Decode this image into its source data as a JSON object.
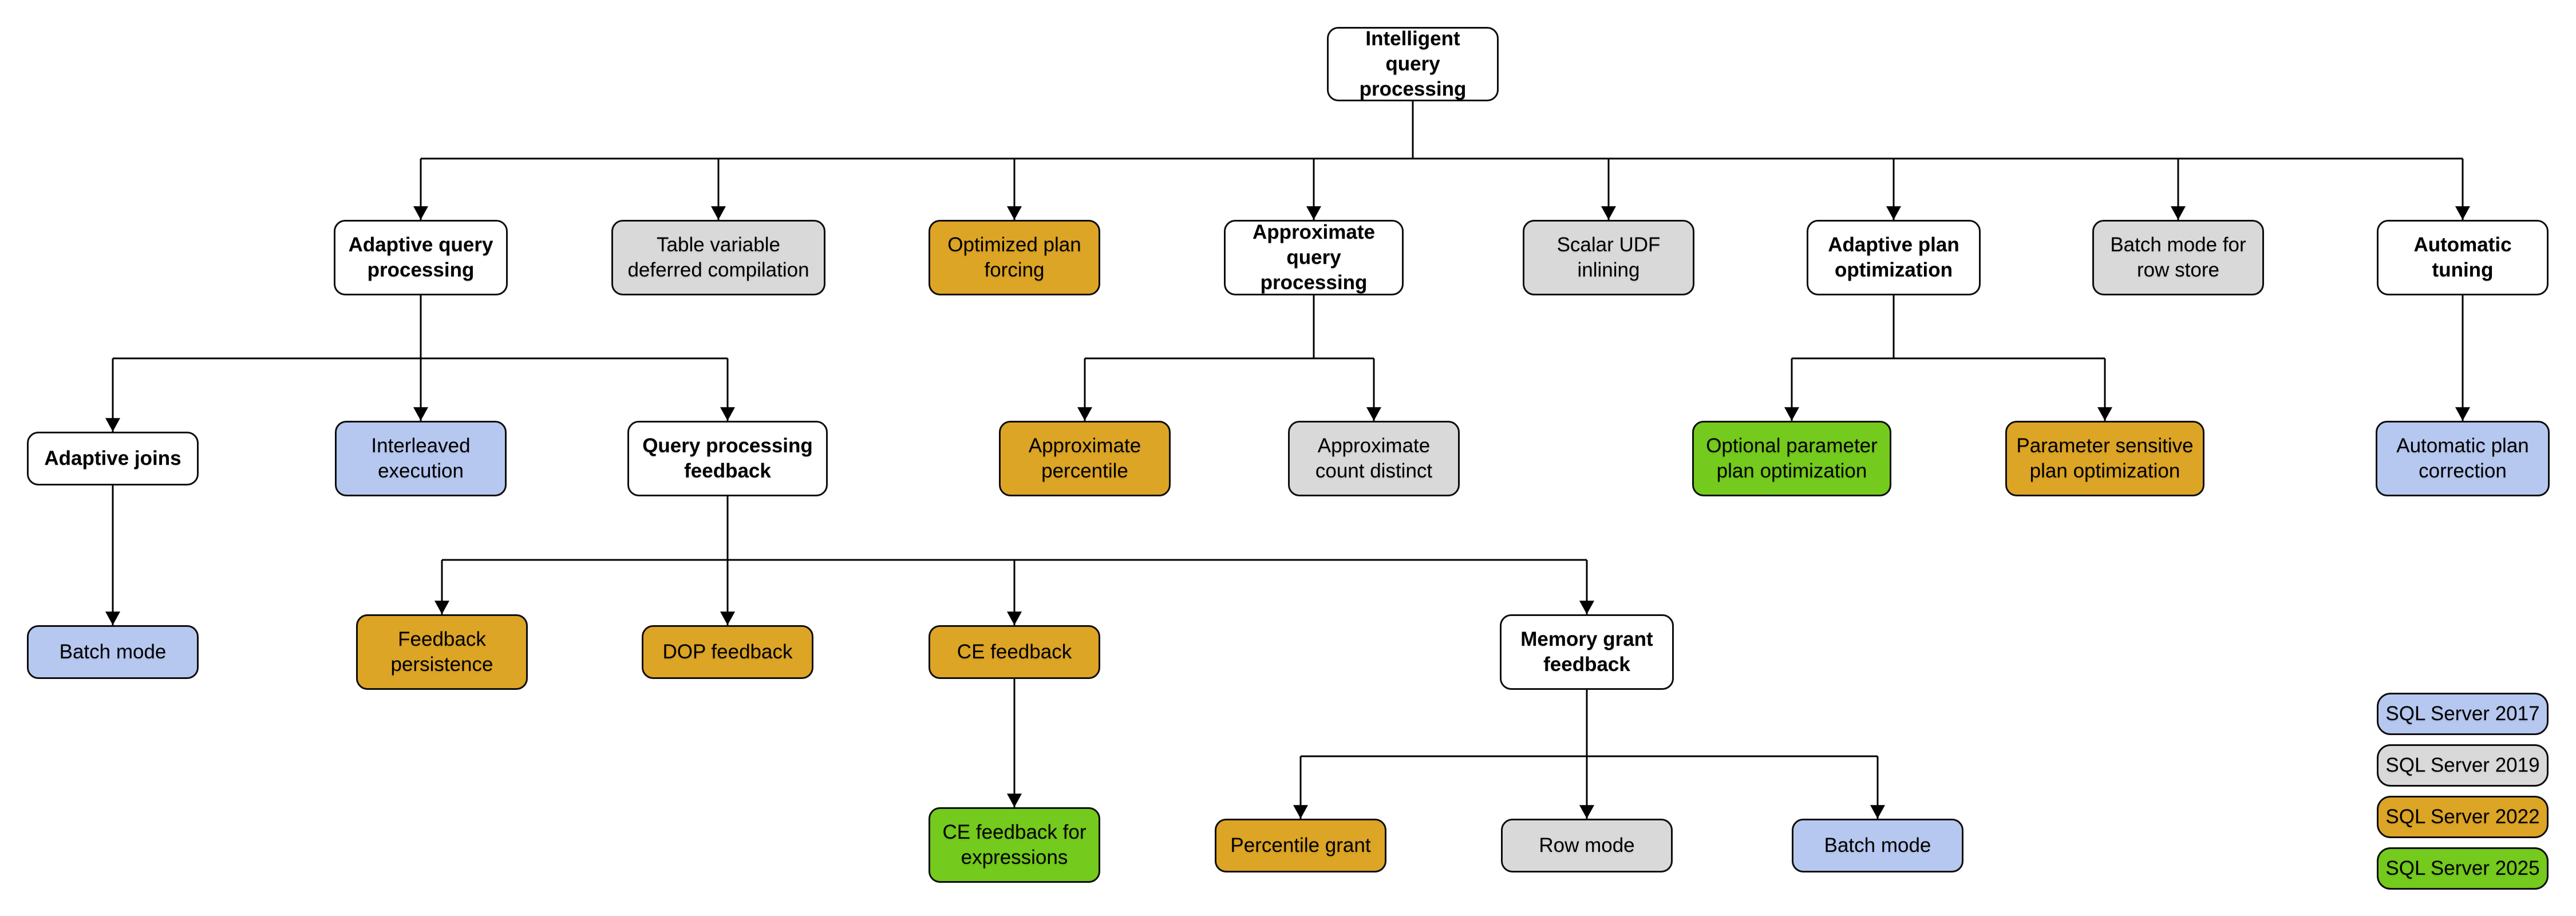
{
  "diagram": {
    "nodes": [
      {
        "id": "intelligent-query-processing",
        "label": "Intelligent query processing",
        "category": "group"
      },
      {
        "id": "adaptive-query-processing",
        "label": "Adaptive query processing",
        "category": "group"
      },
      {
        "id": "table-variable-deferred-compilation",
        "label": "Table variable deferred compilation",
        "category": "sql-server-2019"
      },
      {
        "id": "optimized-plan-forcing",
        "label": "Optimized plan forcing",
        "category": "sql-server-2022"
      },
      {
        "id": "approximate-query-processing",
        "label": "Approximate query processing",
        "category": "group"
      },
      {
        "id": "scalar-udf-inlining",
        "label": "Scalar UDF inlining",
        "category": "sql-server-2019"
      },
      {
        "id": "adaptive-plan-optimization",
        "label": "Adaptive plan optimization",
        "category": "group"
      },
      {
        "id": "batch-mode-for-row-store",
        "label": "Batch mode for row store",
        "category": "sql-server-2019"
      },
      {
        "id": "automatic-tuning",
        "label": "Automatic tuning",
        "category": "group"
      },
      {
        "id": "adaptive-joins",
        "label": "Adaptive joins",
        "category": "group"
      },
      {
        "id": "interleaved-execution",
        "label": "Interleaved execution",
        "category": "sql-server-2017"
      },
      {
        "id": "query-processing-feedback",
        "label": "Query processing feedback",
        "category": "group"
      },
      {
        "id": "approximate-percentile",
        "label": "Approximate percentile",
        "category": "sql-server-2022"
      },
      {
        "id": "approximate-count-distinct",
        "label": "Approximate count distinct",
        "category": "sql-server-2019"
      },
      {
        "id": "optional-parameter-plan-optimization",
        "label": "Optional parameter plan optimization",
        "category": "sql-server-2025"
      },
      {
        "id": "parameter-sensitive-plan-optimization",
        "label": "Parameter sensitive plan optimization",
        "category": "sql-server-2022"
      },
      {
        "id": "automatic-plan-correction",
        "label": "Automatic plan correction",
        "category": "sql-server-2017"
      },
      {
        "id": "batch-mode-adaptive-joins",
        "label": "Batch mode",
        "category": "sql-server-2017"
      },
      {
        "id": "feedback-persistence",
        "label": "Feedback persistence",
        "category": "sql-server-2022"
      },
      {
        "id": "dop-feedback",
        "label": "DOP feedback",
        "category": "sql-server-2022"
      },
      {
        "id": "ce-feedback",
        "label": "CE feedback",
        "category": "sql-server-2022"
      },
      {
        "id": "memory-grant-feedback",
        "label": "Memory grant feedback",
        "category": "group"
      },
      {
        "id": "ce-feedback-for-expressions",
        "label": "CE feedback for expressions",
        "category": "sql-server-2025"
      },
      {
        "id": "percentile-grant",
        "label": "Percentile grant",
        "category": "sql-server-2022"
      },
      {
        "id": "row-mode",
        "label": "Row mode",
        "category": "sql-server-2019"
      },
      {
        "id": "batch-mode-memory-grant",
        "label": "Batch mode",
        "category": "sql-server-2017"
      }
    ],
    "legend": {
      "items": [
        {
          "label": "SQL Server 2017",
          "color": "#b7c8f0"
        },
        {
          "label": "SQL Server 2019",
          "color": "#d9d9d9"
        },
        {
          "label": "SQL Server 2022",
          "color": "#dda525"
        },
        {
          "label": "SQL Server 2025",
          "color": "#74ca1d"
        }
      ]
    },
    "colors": {
      "group_fill": "#ffffff",
      "sql_server_2017": "#b7c8f0",
      "sql_server_2019": "#d9d9d9",
      "sql_server_2022": "#dda525",
      "sql_server_2025": "#74ca1d",
      "line": "#000000",
      "border": "#0d0d0d"
    }
  }
}
